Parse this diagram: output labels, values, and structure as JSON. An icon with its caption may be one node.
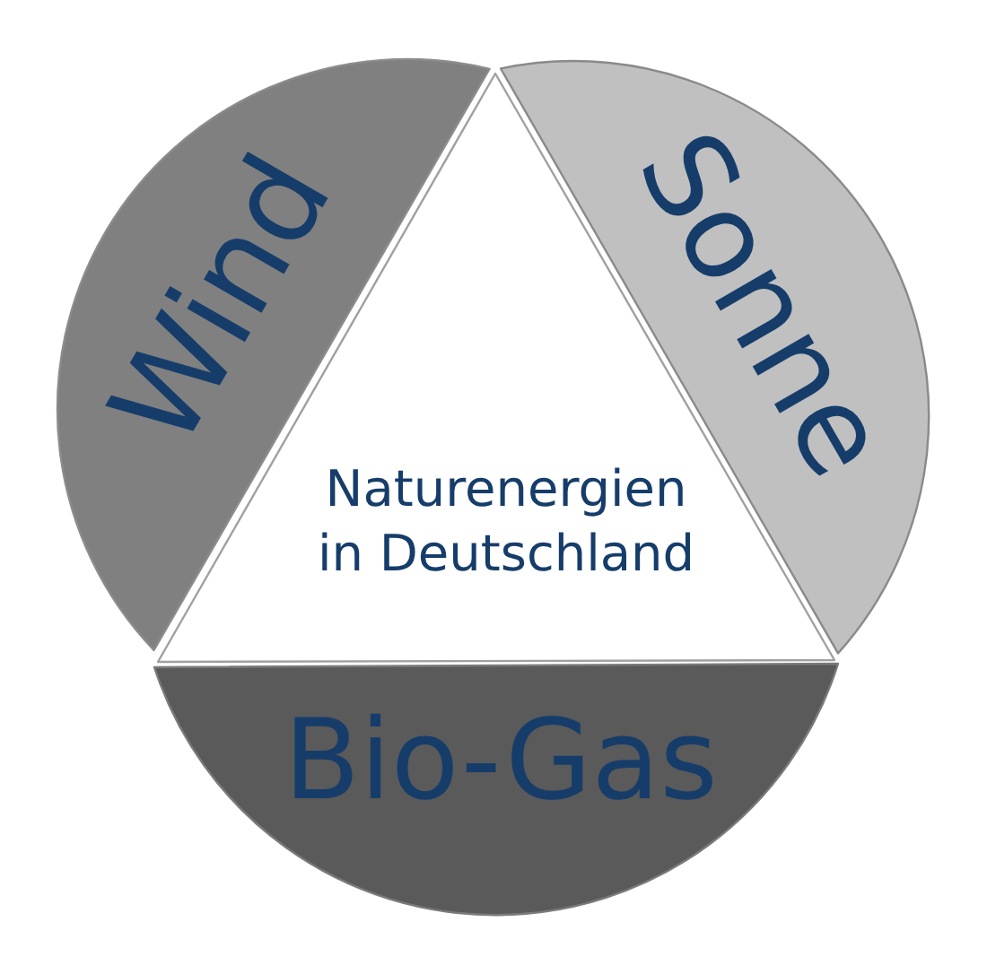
{
  "diagram": {
    "nodes": [
      {
        "text": [
          "Wind"
        ]
      },
      {
        "text": [
          "Sonne"
        ]
      },
      {
        "text": [
          "Naturenergien in Deutschland"
        ]
      },
      {
        "text": [
          "Bio-Gas"
        ]
      }
    ]
  }
}
